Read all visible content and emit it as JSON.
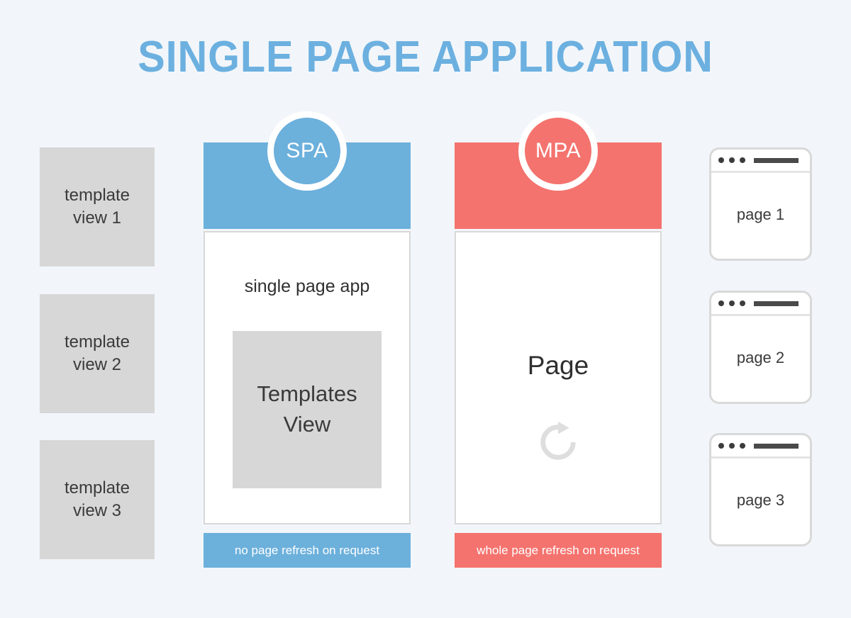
{
  "page": {
    "title": "SINGLE PAGE APPLICATION",
    "background_color": "#f2f6fa"
  },
  "colors": {
    "title_blue": "#6cb0e0",
    "spa_blue": "#6cb0dc",
    "mpa_red": "#f4736e",
    "box_gray": "#d7d7d7",
    "border_gray": "#d8d8d8",
    "text_dark": "#2f2f2f"
  },
  "templates": {
    "items": [
      {
        "line1": "template",
        "line2": "view 1"
      },
      {
        "line1": "template",
        "line2": "view 2"
      },
      {
        "line1": "template",
        "line2": "view 3"
      }
    ]
  },
  "spa": {
    "badge": "SPA",
    "body_label": "single page app",
    "inner_box": {
      "line1": "Templates",
      "line2": "View"
    },
    "footer": "no page refresh on request"
  },
  "mpa": {
    "badge": "MPA",
    "body_label": "Page",
    "refresh_icon": "refresh-icon",
    "footer": "whole page refresh on request"
  },
  "browsers": {
    "items": [
      {
        "label": "page 1"
      },
      {
        "label": "page 2"
      },
      {
        "label": "page 3"
      }
    ]
  }
}
